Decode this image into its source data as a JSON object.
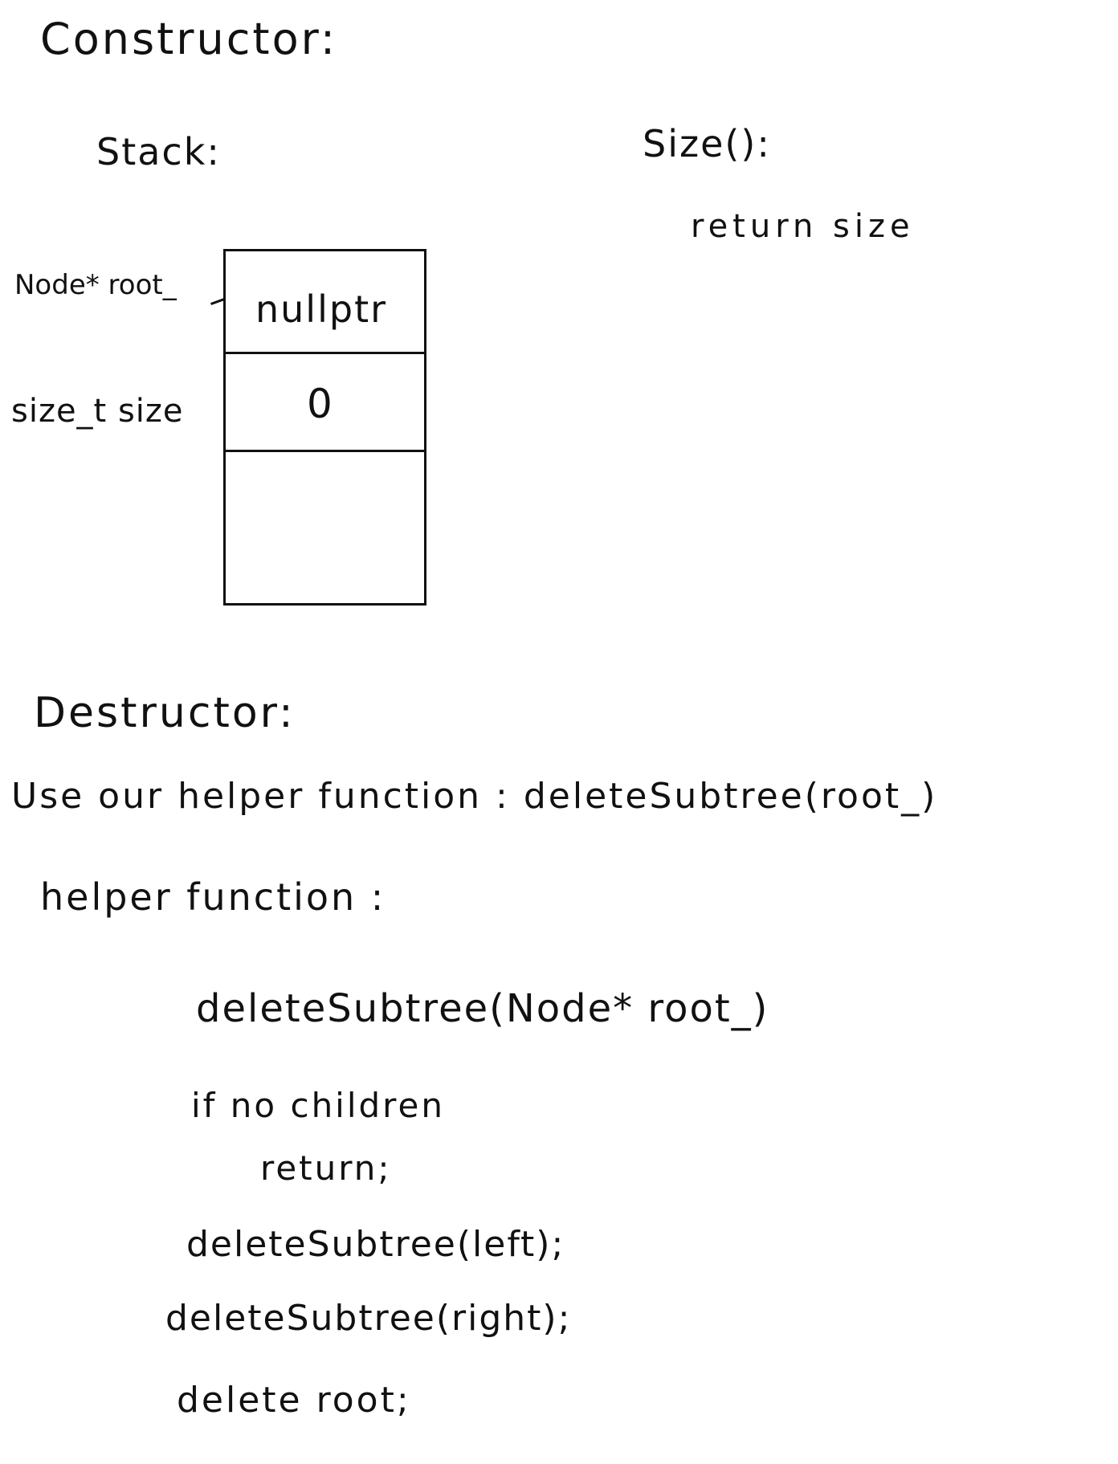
{
  "constructor": {
    "title": "Constructor:",
    "stack_label": "Stack:",
    "memory": {
      "rows": [
        {
          "label": "Node* root_",
          "value": "nullptr"
        },
        {
          "label": "size_t size",
          "value": "0"
        },
        {
          "label": "",
          "value": ""
        }
      ]
    }
  },
  "size_fn": {
    "title": "Size():",
    "body": "return size"
  },
  "destructor": {
    "title": "Destructor:",
    "note": "Use our helper function : deleteSubtree(root_)"
  },
  "helper": {
    "title": "helper function :",
    "signature": "deleteSubtree(Node* root_)",
    "lines": [
      "if no children",
      "return;",
      "deleteSubtree(left);",
      "deleteSubtree(right);",
      "delete root;"
    ]
  }
}
